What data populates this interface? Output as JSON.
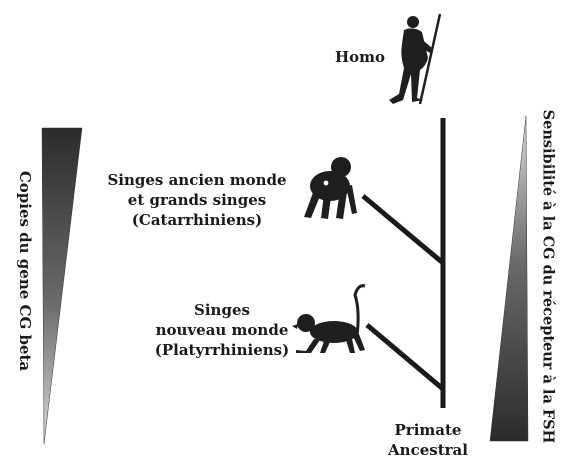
{
  "taxa": {
    "homo": "Homo",
    "catarrhini": [
      "Singes ancien monde",
      "et grands singes",
      "(Catarrhiniens)"
    ],
    "platyrrhini": [
      "Singes",
      "nouveau monde",
      "(Platyrrhiniens)"
    ],
    "ancestor": [
      "Primate",
      "Ancestral"
    ]
  },
  "gradients": {
    "left_label": "Copies du gene CG beta",
    "right_label": "Sensibilité à la CG du récepteur à la FSH"
  },
  "icons": {
    "homo": "human-with-spear-icon",
    "catarrhini": "ape-knuckle-walking-icon",
    "platyrrhini": "monkey-curled-tail-icon"
  },
  "colors": {
    "ink": "#1a1a1a",
    "wedge_dark": "#2b2b2b",
    "wedge_light": "#d8d8d8",
    "background": "#ffffff"
  }
}
